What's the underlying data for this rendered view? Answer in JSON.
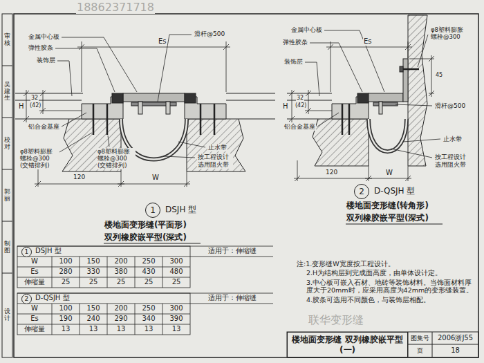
{
  "diagram": {
    "nodes": [
      {
        "text": [
          "1"
        ]
      },
      {
        "text": [
          "2"
        ]
      },
      {
        "text": [
          "1"
        ]
      },
      {
        "text": [
          "2"
        ]
      },
      {
        "text": [
          "楼地面变形缝 双列橡胶嵌平型(一)"
        ]
      }
    ],
    "labels": [
      "金属中心板",
      "Es",
      "滑杆@500",
      "弹性胶条",
      "装饰层",
      "H",
      "32",
      "(42)",
      "铝合金基座",
      "φ8塑料膨胀 螺栓@300 (交错排列)",
      "φ8塑料膨胀 螺栓@300 (交错排列)",
      "止水带",
      "按工程设计 选用阻火带",
      "120",
      "W",
      "金属中心板",
      "弹性胶条",
      "Es",
      "φ8塑料膨胀 螺栓@300",
      "45",
      "装饰层",
      "H",
      "32",
      "(42)",
      "铝合金基座",
      "滑杆@500",
      "止水带",
      "按工程设计 选用阻火带",
      "120",
      "W",
      "DSJH 型",
      "楼地面变形缝(平面形)",
      "双列橡胶嵌平型(深式)",
      "D-QSJH 型",
      "楼地面变形缝(转角形)",
      "双列橡胶嵌平型(深式)",
      "DSJH 型",
      "适用于：伸缩缝",
      "W",
      "100",
      "150",
      "200",
      "250",
      "300",
      "Es",
      "280",
      "330",
      "380",
      "430",
      "480",
      "伸缩量",
      "25",
      "25",
      "25",
      "25",
      "25",
      "D-QSJH 型",
      "适用于：伸缩缝",
      "W",
      "100",
      "150",
      "200",
      "250",
      "300",
      "Es",
      "190",
      "240",
      "290",
      "340",
      "390",
      "伸缩量",
      "13",
      "13",
      "13",
      "13",
      "13",
      "注:1.变形缝W宽度按工程设计。",
      "2.H为结构层到完成面高度，由单体设计定。",
      "3.中心板可嵌入石材、地砖等装饰材料。当饰面材料厚度大于20mm时，应采用高度为42mm的变形缝装置。",
      "4.胶条可选用不同颜色，与装饰层相配。",
      "图集号",
      "2006浙J55",
      "页",
      "18",
      "审核",
      "吴建生",
      "校对",
      "郭丽",
      "制图",
      "设计",
      "18862371718",
      "联华变形缝"
    ]
  }
}
